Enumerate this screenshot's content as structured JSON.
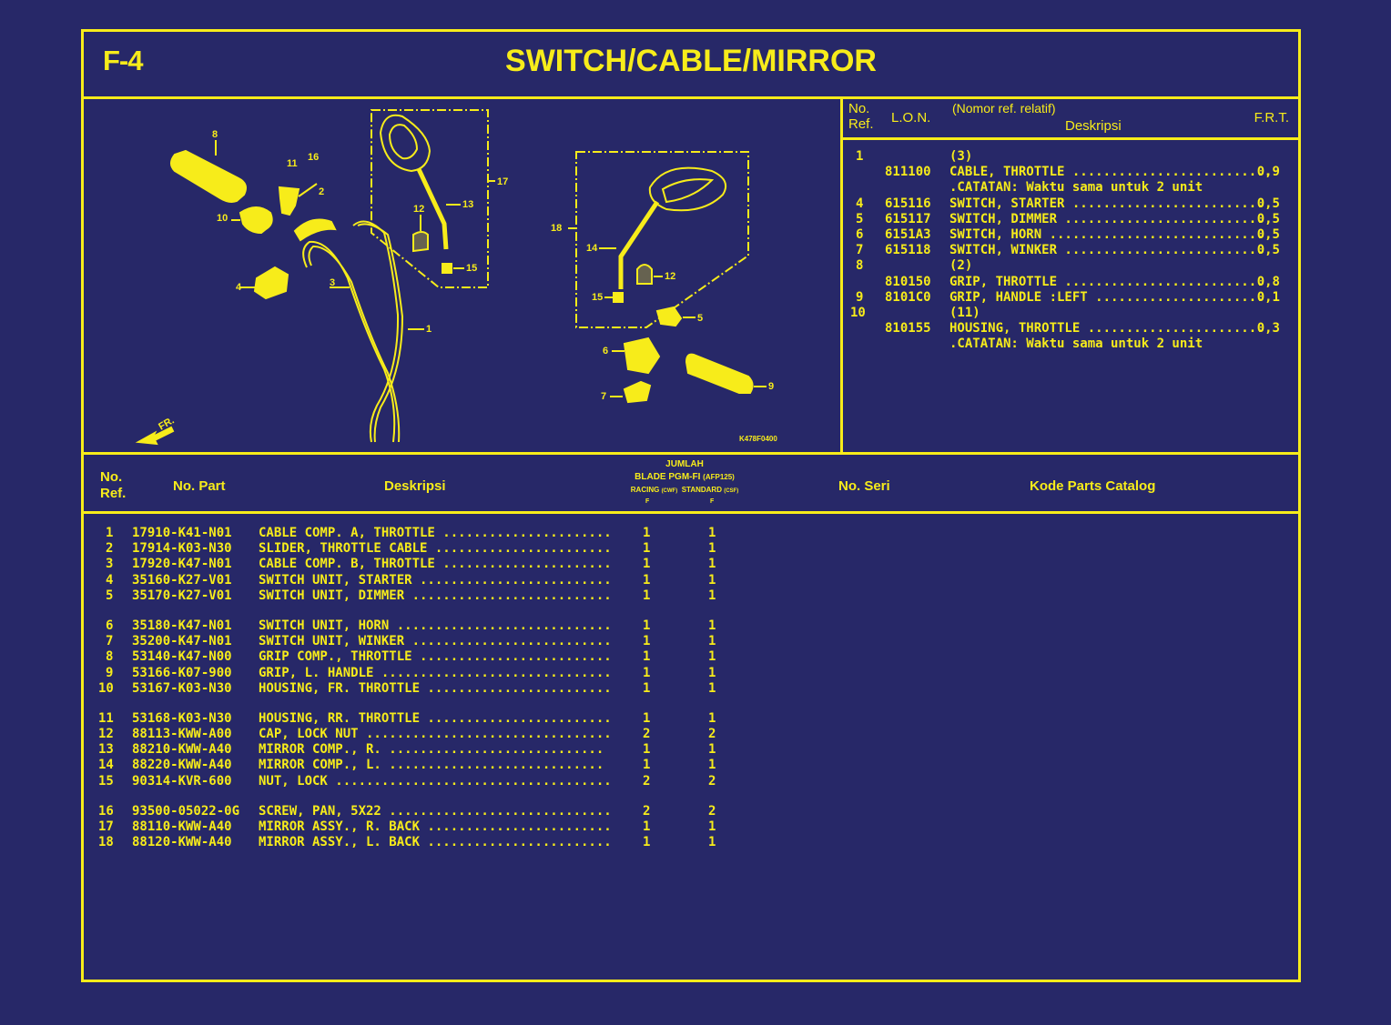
{
  "header": {
    "page_code": "F-4",
    "title": "SWITCH/CABLE/MIRROR"
  },
  "diagram": {
    "image_code": "K478F0400",
    "direction_label": "FR.",
    "callouts": [
      "1",
      "2",
      "3",
      "4",
      "5",
      "6",
      "7",
      "8",
      "9",
      "10",
      "11",
      "12",
      "13",
      "14",
      "15",
      "16",
      "17",
      "18"
    ]
  },
  "frt_table": {
    "headers": {
      "no_ref": "No.\nRef.",
      "no_ref_1": "No.",
      "no_ref_2": "Ref.",
      "lon": "L.O.N.",
      "relative_ref": "(Nomor ref. relatif)",
      "description": "Deskripsi",
      "frt": "F.R.T."
    },
    "rows": [
      {
        "ref": "1",
        "lon": "",
        "desc": "(3)",
        "frt": ""
      },
      {
        "ref": "",
        "lon": "811100",
        "desc": "CABLE, THROTTLE ..........................",
        "frt": "0,9"
      },
      {
        "ref": "",
        "lon": "",
        "desc": ".CATATAN: Waktu sama untuk 2 unit",
        "frt": ""
      },
      {
        "ref": "4",
        "lon": "615116",
        "desc": "SWITCH, STARTER .........................",
        "frt": "0,5"
      },
      {
        "ref": "5",
        "lon": "615117",
        "desc": "SWITCH, DIMMER ..........................",
        "frt": "0,5"
      },
      {
        "ref": "6",
        "lon": "6151A3",
        "desc": "SWITCH, HORN ............................",
        "frt": "0,5"
      },
      {
        "ref": "7",
        "lon": "615118",
        "desc": "SWITCH, WINKER ..........................",
        "frt": "0,5"
      },
      {
        "ref": "8",
        "lon": "",
        "desc": "(2)",
        "frt": ""
      },
      {
        "ref": "",
        "lon": "810150",
        "desc": "GRIP, THROTTLE ..........................",
        "frt": "0,8"
      },
      {
        "ref": "9",
        "lon": "8101C0",
        "desc": "GRIP, HANDLE :LEFT ......................",
        "frt": "0,1"
      },
      {
        "ref": "10",
        "lon": "",
        "desc": "(11)",
        "frt": ""
      },
      {
        "ref": "",
        "lon": "810155",
        "desc": "HOUSING, THROTTLE .......................",
        "frt": "0,3"
      },
      {
        "ref": "",
        "lon": "",
        "desc": ".CATATAN: Waktu sama untuk 2 unit",
        "frt": ""
      }
    ]
  },
  "parts_table": {
    "headers": {
      "no_ref_1": "No.",
      "no_ref_2": "Ref.",
      "part_no": "No. Part",
      "description": "Deskripsi",
      "qty_title": "JUMLAH",
      "model": "BLADE PGM-FI",
      "model_code": "(AFP125)",
      "racing": "RACING",
      "racing_code": "(CWF)",
      "standard": "STANDARD",
      "standard_code": "(CSF)",
      "racing_sub": "F",
      "standard_sub": "F",
      "serial": "No. Seri",
      "catalog": "Kode Parts Catalog"
    },
    "groups": [
      [
        {
          "ref": "1",
          "part": "17910-K41-N01",
          "desc": "CABLE COMP. A, THROTTLE ......................",
          "racing": "1",
          "standard": "1"
        },
        {
          "ref": "2",
          "part": "17914-K03-N30",
          "desc": "SLIDER, THROTTLE CABLE .......................",
          "racing": "1",
          "standard": "1"
        },
        {
          "ref": "3",
          "part": "17920-K47-N01",
          "desc": "CABLE COMP. B, THROTTLE ......................",
          "racing": "1",
          "standard": "1"
        },
        {
          "ref": "4",
          "part": "35160-K27-V01",
          "desc": "SWITCH UNIT, STARTER .........................",
          "racing": "1",
          "standard": "1"
        },
        {
          "ref": "5",
          "part": "35170-K27-V01",
          "desc": "SWITCH UNIT, DIMMER ..........................",
          "racing": "1",
          "standard": "1"
        }
      ],
      [
        {
          "ref": "6",
          "part": "35180-K47-N01",
          "desc": "SWITCH UNIT, HORN ............................",
          "racing": "1",
          "standard": "1"
        },
        {
          "ref": "7",
          "part": "35200-K47-N01",
          "desc": "SWITCH UNIT, WINKER ..........................",
          "racing": "1",
          "standard": "1"
        },
        {
          "ref": "8",
          "part": "53140-K47-N00",
          "desc": "GRIP COMP., THROTTLE .........................",
          "racing": "1",
          "standard": "1"
        },
        {
          "ref": "9",
          "part": "53166-K07-900",
          "desc": "GRIP, L. HANDLE ..............................",
          "racing": "1",
          "standard": "1"
        },
        {
          "ref": "10",
          "part": "53167-K03-N30",
          "desc": "HOUSING, FR. THROTTLE ........................",
          "racing": "1",
          "standard": "1"
        }
      ],
      [
        {
          "ref": "11",
          "part": "53168-K03-N30",
          "desc": "HOUSING, RR. THROTTLE ........................",
          "racing": "1",
          "standard": "1"
        },
        {
          "ref": "12",
          "part": "88113-KWW-A00",
          "desc": "CAP, LOCK NUT ................................",
          "racing": "2",
          "standard": "2"
        },
        {
          "ref": "13",
          "part": "88210-KWW-A40",
          "desc": "MIRROR COMP., R. ............................",
          "racing": "1",
          "standard": "1"
        },
        {
          "ref": "14",
          "part": "88220-KWW-A40",
          "desc": "MIRROR COMP., L. ............................",
          "racing": "1",
          "standard": "1"
        },
        {
          "ref": "15",
          "part": "90314-KVR-600",
          "desc": "NUT, LOCK ....................................",
          "racing": "2",
          "standard": "2"
        }
      ],
      [
        {
          "ref": "16",
          "part": "93500-05022-0G",
          "desc": "SCREW, PAN, 5X22 .............................",
          "racing": "2",
          "standard": "2"
        },
        {
          "ref": "17",
          "part": "88110-KWW-A40",
          "desc": "MIRROR ASSY., R. BACK ........................",
          "racing": "1",
          "standard": "1"
        },
        {
          "ref": "18",
          "part": "88120-KWW-A40",
          "desc": "MIRROR ASSY., L. BACK ........................",
          "racing": "1",
          "standard": "1"
        }
      ]
    ]
  },
  "colors": {
    "background": "#272868",
    "ink": "#f7ec1a"
  }
}
